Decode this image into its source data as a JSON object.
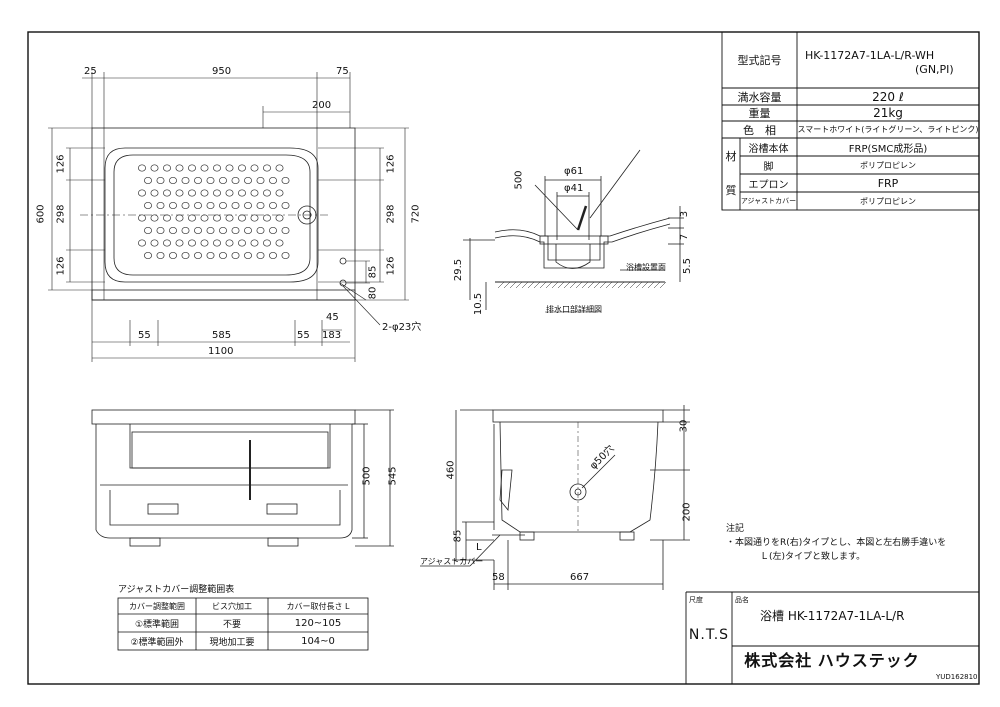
{
  "spec": {
    "model_label": "型式記号",
    "model_value_1": "HK-1172A7-1LA-L/R-WH",
    "model_value_2": "(GN,PI)",
    "capacity_label": "満水容量",
    "capacity_value": "220 ℓ",
    "weight_label": "重量",
    "weight_value": "21kg",
    "color_label": "色　相",
    "color_value": "スマートホワイト(ライトグリーン、ライトピンク)",
    "material_label_1": "材",
    "material_label_2": "質",
    "body_label": "浴槽本体",
    "body_value": "FRP(SMC成形品)",
    "leg_label": "脚",
    "leg_value": "ポリプロピレン",
    "apron_label": "エプロン",
    "apron_value": "FRP",
    "cover_label": "アジャストカバー",
    "cover_value": "ポリプロピレン"
  },
  "plan_dims": {
    "top_25": "25",
    "top_950": "950",
    "top_75": "75",
    "top_200": "200",
    "left_600": "600",
    "left_126a": "126",
    "left_298": "298",
    "left_126b": "126",
    "right_126a": "126",
    "right_298": "298",
    "right_126b": "126",
    "right_720": "720",
    "side_85": "85",
    "side_80": "80",
    "side_45": "45",
    "side_183": "183",
    "holes": "2-φ23穴",
    "bottom_55a": "55",
    "bottom_585": "585",
    "bottom_55b": "55",
    "bottom_1100": "1100"
  },
  "drain_detail": {
    "d61": "φ61",
    "d41": "φ41",
    "d500": "500",
    "d3": "3",
    "d7": "7",
    "d55": "5.5",
    "d295": "29.5",
    "d105": "10.5",
    "floor_label": "浴槽設置面",
    "caption": "排水口部詳細図"
  },
  "front_dims": {
    "d500": "500",
    "d545": "545"
  },
  "side_dims": {
    "d30": "30",
    "d460": "460",
    "d200": "200",
    "d85": "85",
    "hole": "φ50穴",
    "L": "L",
    "d58": "58",
    "d667": "667",
    "cover_callout": "アジャストカバー"
  },
  "notes": {
    "title": "注記",
    "line1": "・本図通りをR(右)タイプとし、本図と左右勝手違いを",
    "line2": "Ｌ(左)タイプと致します。"
  },
  "adjust_table": {
    "title": "アジャストカバー調整範囲表",
    "headers": [
      "カバー調整範囲",
      "ビス穴加工",
      "カバー取付長さ L"
    ],
    "rows": [
      [
        "①標準範囲",
        "不要",
        "120~105"
      ],
      [
        "②標準範囲外",
        "現地加工要",
        "104~0"
      ]
    ]
  },
  "title_block": {
    "scale_label": "尺度",
    "scale_value": "N.T.S",
    "name_label": "品名",
    "name_value": "浴槽 HK-1172A7-1LA-L/R",
    "company": "株式会社 ハウステック",
    "drawing_no": "YUD162810"
  }
}
